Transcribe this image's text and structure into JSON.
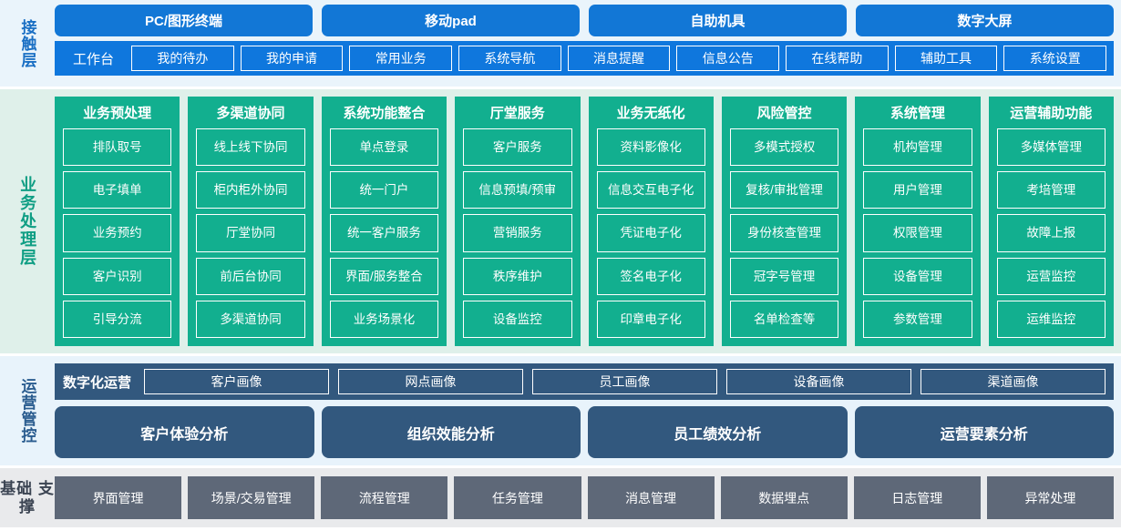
{
  "layers": {
    "contact": {
      "label": "接触层",
      "channels": [
        "PC/图形终端",
        "移动pad",
        "自助机具",
        "数字大屏"
      ],
      "workbench_label": "工作台",
      "nav_items": [
        "我的待办",
        "我的申请",
        "常用业务",
        "系统导航",
        "消息提醒",
        "信息公告",
        "在线帮助",
        "辅助工具",
        "系统设置"
      ]
    },
    "business": {
      "label": "业务处理层",
      "columns": [
        {
          "title": "业务预处理",
          "items": [
            "排队取号",
            "电子填单",
            "业务预约",
            "客户识别",
            "引导分流"
          ]
        },
        {
          "title": "多渠道协同",
          "items": [
            "线上线下协同",
            "柜内柜外协同",
            "厅堂协同",
            "前后台协同",
            "多渠道协同"
          ]
        },
        {
          "title": "系统功能整合",
          "items": [
            "单点登录",
            "统一门户",
            "统一客户服务",
            "界面/服务整合",
            "业务场景化"
          ]
        },
        {
          "title": "厅堂服务",
          "items": [
            "客户服务",
            "信息预填/预审",
            "营销服务",
            "秩序维护",
            "设备监控"
          ]
        },
        {
          "title": "业务无纸化",
          "items": [
            "资料影像化",
            "信息交互电子化",
            "凭证电子化",
            "签名电子化",
            "印章电子化"
          ]
        },
        {
          "title": "风险管控",
          "items": [
            "多模式授权",
            "复核/审批管理",
            "身份核查管理",
            "冠字号管理",
            "名单检查等"
          ]
        },
        {
          "title": "系统管理",
          "items": [
            "机构管理",
            "用户管理",
            "权限管理",
            "设备管理",
            "参数管理"
          ]
        },
        {
          "title": "运营辅助功能",
          "items": [
            "多媒体管理",
            "考培管理",
            "故障上报",
            "运营监控",
            "运维监控"
          ]
        }
      ]
    },
    "operations": {
      "label": "运营管控",
      "portrait_title": "数字化运营",
      "portraits": [
        "客户画像",
        "网点画像",
        "员工画像",
        "设备画像",
        "渠道画像"
      ],
      "analysis": [
        "客户体验分析",
        "组织效能分析",
        "员工绩效分析",
        "运营要素分析"
      ]
    },
    "foundation": {
      "label": "基础\n支撑",
      "items": [
        "界面管理",
        "场景/交易管理",
        "流程管理",
        "任务管理",
        "消息管理",
        "数据埋点",
        "日志管理",
        "异常处理"
      ]
    }
  },
  "colors": {
    "contact_bg": "#eaf4fb",
    "contact_accent": "#1277d6",
    "business_bg": "#dff0ea",
    "business_accent": "#12af8f",
    "operations_bg": "#e8f3fb",
    "operations_accent": "#32587e",
    "foundation_bg": "#e9eaec",
    "foundation_accent": "#5e6878"
  }
}
